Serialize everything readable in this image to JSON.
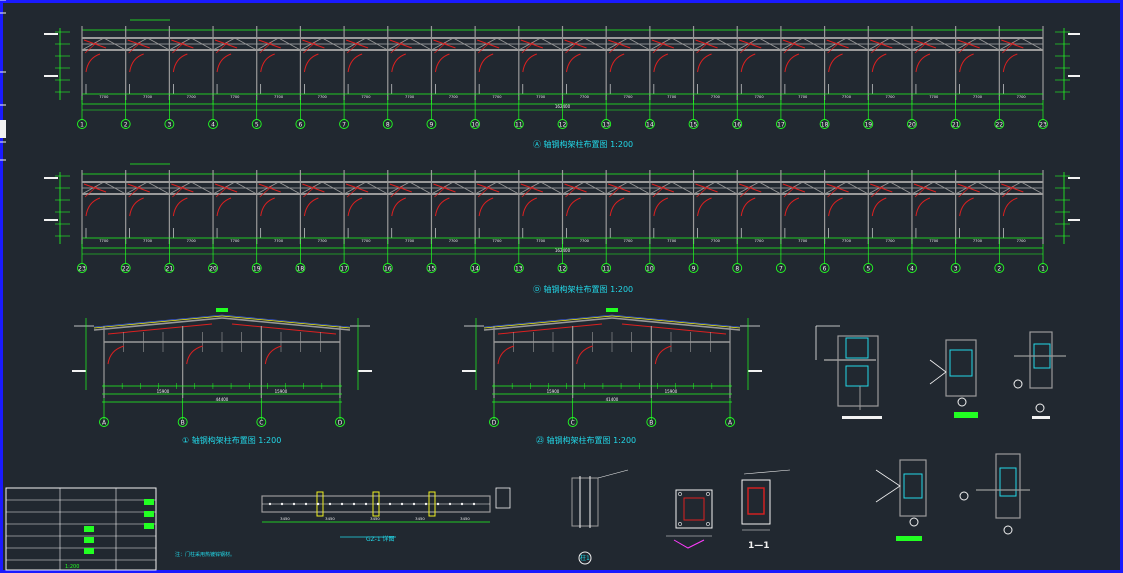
{
  "drawing": {
    "background": "#212830",
    "frame_color": "#1a1aff",
    "colors": {
      "frame_line": "#e8e8e8",
      "steel": "#9a9a9a",
      "dim": "#22ff22",
      "rafter": "#dd2020",
      "cyan": "#22d8e8",
      "yellow": "#f0f020",
      "white": "#f2f2f2",
      "magenta": "#ff3cff",
      "blue": "#3c64ff"
    }
  },
  "elevation_a": {
    "title": "Ⓐ 轴钢构架柱布置图 1:200",
    "overall_dim": "162400",
    "bays": [
      "7700",
      "7700",
      "7700",
      "7700",
      "7700",
      "7700",
      "7700",
      "7700",
      "7700",
      "7700",
      "7700",
      "7700",
      "7700",
      "7700",
      "7700",
      "7700",
      "7700",
      "7700",
      "7700",
      "7700",
      "7700"
    ],
    "axis_labels": [
      "1",
      "2",
      "3",
      "4",
      "5",
      "6",
      "7",
      "8",
      "9",
      "10",
      "11",
      "12",
      "13",
      "14",
      "15",
      "16",
      "17",
      "18",
      "19",
      "20",
      "21",
      "22",
      "23"
    ]
  },
  "elevation_d": {
    "title": "Ⓓ 轴钢构架柱布置图 1:200",
    "overall_dim": "162400",
    "bays": [
      "7700",
      "7700",
      "7700",
      "7700",
      "7700",
      "7700",
      "7700",
      "7700",
      "7700",
      "7700",
      "7700",
      "7700",
      "7700",
      "7700",
      "7700",
      "7700",
      "7700",
      "7700",
      "7700",
      "7700",
      "7700"
    ],
    "axis_labels": [
      "23",
      "22",
      "21",
      "20",
      "19",
      "18",
      "17",
      "16",
      "15",
      "14",
      "13",
      "12",
      "11",
      "10",
      "9",
      "8",
      "7",
      "6",
      "5",
      "4",
      "3",
      "2",
      "1"
    ]
  },
  "section_left": {
    "title": "① 轴钢构架柱布置图 1:200",
    "overall_dim": "44400",
    "sub_dims": [
      "15900",
      "15900"
    ],
    "axis_labels": [
      "A",
      "B",
      "C",
      "D"
    ]
  },
  "section_right": {
    "title": "㉓ 轴钢构架柱布置图 1:200",
    "overall_dim": "41400",
    "sub_dims": [
      "15900",
      "15900"
    ],
    "axis_labels": [
      "D",
      "C",
      "B",
      "A"
    ]
  },
  "beam_detail": {
    "title": "GZ-1 详图",
    "dims": [
      "3450",
      "3450",
      "3450",
      "3450",
      "3450"
    ]
  },
  "column_detail": {
    "label": "柱1"
  },
  "section_11": {
    "label": "1—1"
  },
  "note": {
    "text": "注：门柱采用热镀锌钢材。"
  },
  "title_block": {
    "rows": [
      "",
      "",
      "",
      "",
      "",
      ""
    ],
    "stamp": "1:200  "
  }
}
